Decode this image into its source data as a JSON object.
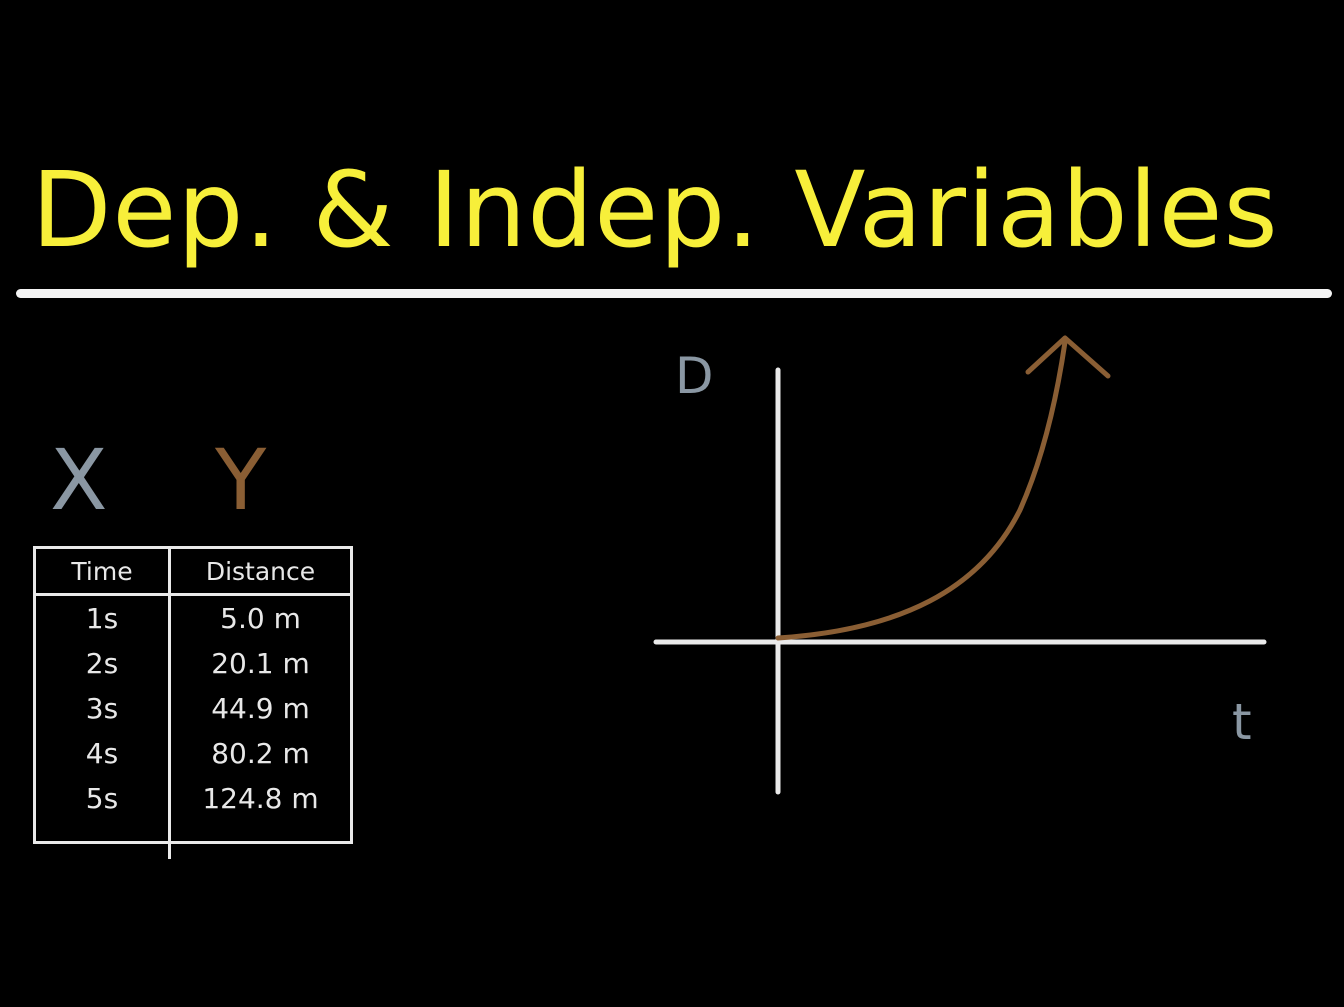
{
  "title": "Dep. & Indep. Variables",
  "labels": {
    "x": "X",
    "y": "Y"
  },
  "table": {
    "headers": [
      "Time",
      "Distance"
    ],
    "rows": [
      [
        "1s",
        "5.0 m"
      ],
      [
        "2s",
        "20.1 m"
      ],
      [
        "3s",
        "44.9 m"
      ],
      [
        "4s",
        "80.2 m"
      ],
      [
        "5s",
        "124.8 m"
      ]
    ]
  },
  "graph": {
    "y_axis_label": "D",
    "x_axis_label": "t"
  },
  "colors": {
    "background": "#000000",
    "title": "#f7ef3a",
    "chalk_white": "#eaeaea",
    "chalk_blue_gray": "#8a97a3",
    "chalk_brown": "#8a5e34"
  }
}
